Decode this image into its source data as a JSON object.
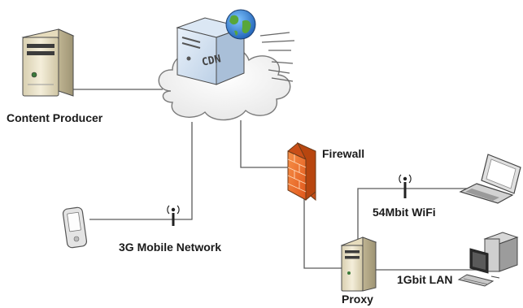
{
  "labels": {
    "content_producer": "Content Producer",
    "cdn": "CDN",
    "firewall": "Firewall",
    "mobile_network": "3G Mobile Network",
    "wifi": "54Mbit WiFi",
    "lan": "1Gbit LAN",
    "proxy": "Proxy"
  },
  "icons": {
    "content_server": "tower-server-icon",
    "cdn_cloud": "cloud-icon",
    "cdn_server": "server-icon",
    "globe": "globe-icon",
    "firewall": "brick-wall-icon",
    "proxy": "tower-server-icon",
    "mobile_antenna": "antenna-icon",
    "wifi_antenna": "antenna-icon",
    "phone": "mobile-phone-icon",
    "laptop": "laptop-icon",
    "desktop": "desktop-pc-icon"
  },
  "colors": {
    "line": "#5a5a5a",
    "firewall": "#f0752a",
    "server_body": "#efe8d0",
    "cloud": "#f7f7f7"
  }
}
